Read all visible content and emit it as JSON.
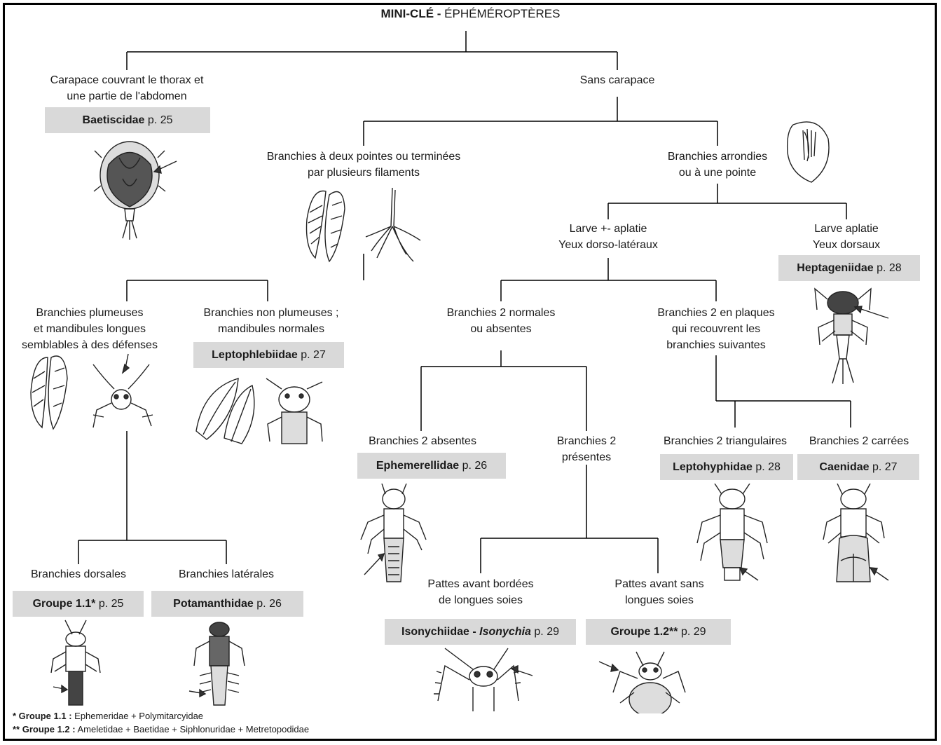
{
  "title": {
    "bold": "MINI-CLÉ -",
    "rest": " ÉPHÉMÉROPTÈRES"
  },
  "nodes": {
    "carapace": [
      "Carapace couvrant le thorax et",
      "une partie de l'abdomen"
    ],
    "sans_carapace": "Sans carapace",
    "deux_pointes": [
      "Branchies à deux pointes ou terminées",
      "par plusieurs filaments"
    ],
    "arrondies": [
      "Branchies arrondies",
      "ou à une pointe"
    ],
    "larve_aplatie_pm": [
      "Larve +- aplatie",
      "Yeux dorso-latéraux"
    ],
    "larve_aplatie": [
      "Larve aplatie",
      "Yeux dorsaux"
    ],
    "plumeuses": [
      "Branchies plumeuses",
      "et mandibules longues",
      "semblables à des défenses"
    ],
    "non_plumeuses": [
      "Branchies non plumeuses ;",
      "mandibules normales"
    ],
    "normales": [
      "Branchies 2 normales",
      "ou absentes"
    ],
    "plaques": [
      "Branchies 2 en plaques",
      "qui recouvrent les",
      "branchies suivantes"
    ],
    "absentes": "Branchies 2 absentes",
    "presentes": [
      "Branchies 2",
      "présentes"
    ],
    "triangulaires": "Branchies 2 triangulaires",
    "carrees": "Branchies 2 carrées",
    "dorsales": "Branchies dorsales",
    "laterales": "Branchies latérales",
    "bordees": [
      "Pattes avant bordées",
      "de longues soies"
    ],
    "sans_soies": [
      "Pattes avant sans",
      "longues soies"
    ]
  },
  "families": {
    "baetiscidae": {
      "name": "Baetiscidae",
      "page": " p. 25"
    },
    "heptageniidae": {
      "name": "Heptageniidae",
      "page": " p. 28"
    },
    "leptophlebiidae": {
      "name": "Leptophlebiidae",
      "page": " p. 27"
    },
    "ephemerellidae": {
      "name": "Ephemerellidae",
      "page": " p. 26"
    },
    "leptohyphidae": {
      "name": "Leptohyphidae",
      "page": " p. 28"
    },
    "caenidae": {
      "name": "Caenidae",
      "page": " p. 27"
    },
    "groupe11": {
      "name": "Groupe 1.1*",
      "page": " p. 25"
    },
    "potamanthidae": {
      "name": "Potamanthidae",
      "page": " p. 26"
    },
    "isonychiidae": {
      "name": "Isonychiidae - ",
      "genus": "Isonychia",
      "page": " p. 29"
    },
    "groupe12": {
      "name": "Groupe 1.2**",
      "page": " p. 29"
    }
  },
  "footnotes": {
    "g11_label": "* Groupe 1.1 :",
    "g11_text": " Ephemeridae + Polymitarcyidae",
    "g12_label": "** Groupe 1.2 :",
    "g12_text": " Ameletidae + Baetidae + Siphlonuridae + Metretopodidae"
  },
  "colors": {
    "box_fill": "#d9d9d9",
    "line": "#000000"
  }
}
